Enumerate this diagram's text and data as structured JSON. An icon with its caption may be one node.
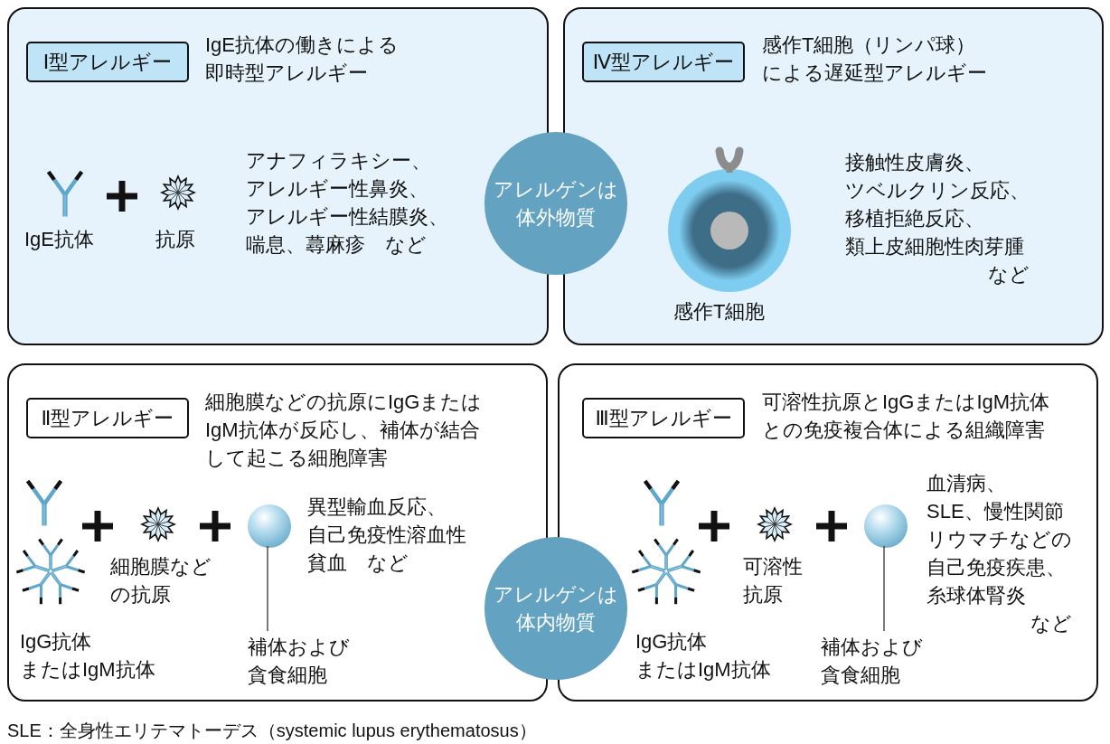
{
  "diagram": {
    "nodes": [
      {
        "text": [
          "IgE抗体の働きによる即時型アレルギー"
        ]
      },
      {
        "text": [
          "Ⅰ型アレルギー"
        ],
        "in": 0
      },
      {
        "text": [
          "感作T細胞（リンパ球）による遅延型アレルギー"
        ]
      },
      {
        "text": [
          "Ⅳ型アレルギー"
        ],
        "in": 2
      },
      {
        "text": [
          "アレルゲンは体外物質"
        ]
      },
      {
        "text": [
          "細胞膜などの抗原にIgGまたはIgM抗体が反応し、補体が結合して起こる細胞障害"
        ]
      },
      {
        "text": [
          "Ⅱ型アレルギー"
        ],
        "in": 5
      },
      {
        "text": [],
        "shape": "circle",
        "in": 5
      },
      {
        "text": [
          "補体および貪食細胞"
        ],
        "in": 5
      },
      {
        "text": [
          "可溶性抗原とIgGまたはIgM抗体との免疫複合体による組織障害"
        ]
      },
      {
        "text": [
          "Ⅲ型アレルギー"
        ],
        "in": 9
      },
      {
        "text": [],
        "shape": "circle",
        "in": 9
      },
      {
        "text": [
          "補体および貪食細胞"
        ],
        "in": 9
      },
      {
        "text": [
          "アレルゲンは体内物質"
        ]
      }
    ],
    "edges": [
      {
        "from": 8,
        "to": 7,
        "arrow": "none"
      },
      {
        "from": 12,
        "to": 11,
        "arrow": "none"
      }
    ],
    "labels": [
      "アナフィラキシー、アレルギー性鼻炎、アレルギー性結膜炎、喘息、蕁麻疹　など",
      "IgE抗体",
      "抗原",
      "接触性皮膚炎、ツベルクリン反応、移植拒絶反応、類上皮細胞性肉芽腫など",
      "感作T細胞",
      "異型輸血反応、自己免疫性溶血性貧血　など",
      "細胞膜などの抗原",
      "IgG抗体またはIgM抗体",
      "血清病、SLE、慢性関節リウマチなどの自己免疫疾患、糸球体腎炎など",
      "可溶性抗原",
      "IgG抗体またはIgM抗体",
      "SLE：全身性エリテマトーデス（systemic lupus erythematosus）"
    ]
  }
}
